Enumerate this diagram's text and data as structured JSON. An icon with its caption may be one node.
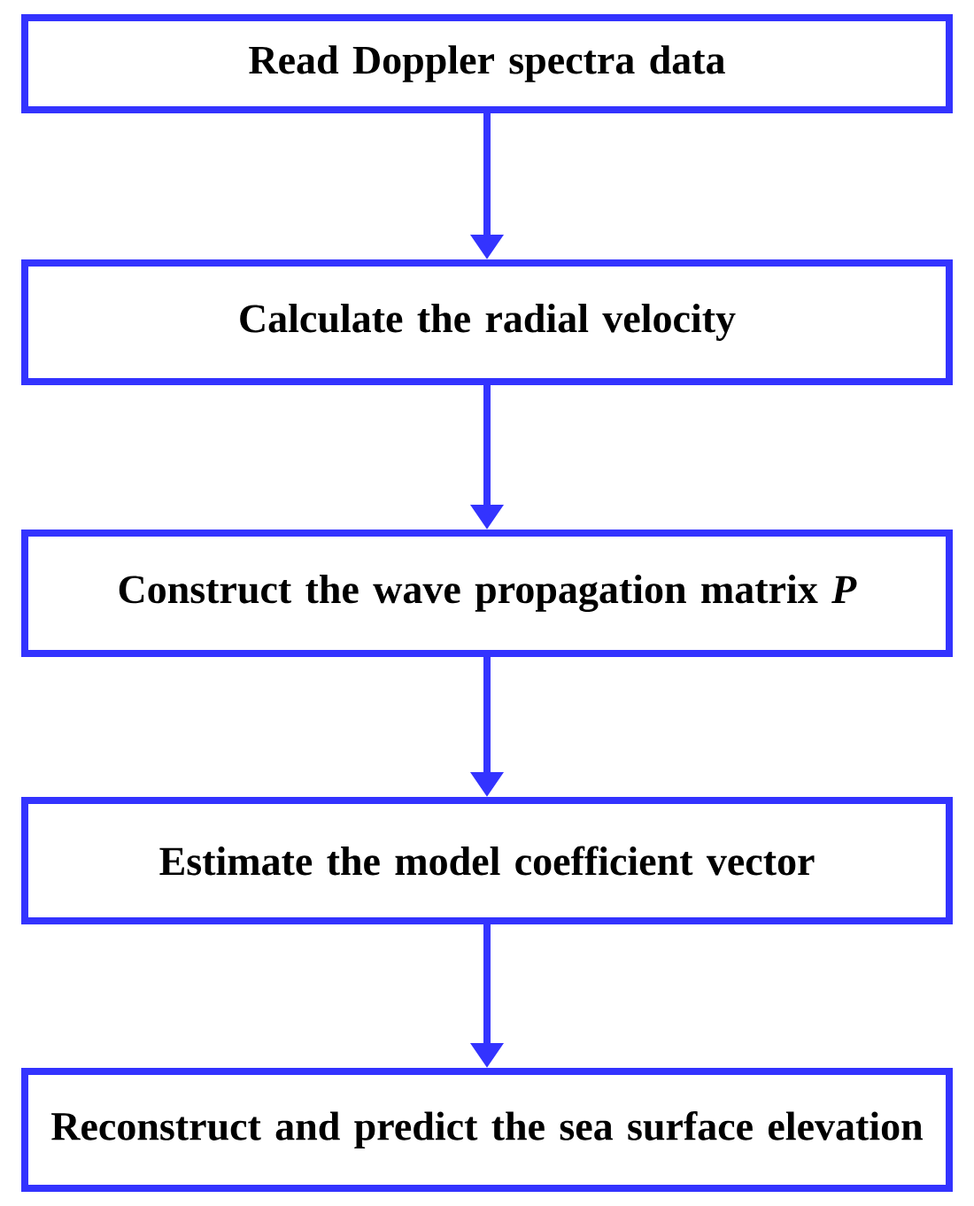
{
  "diagram": {
    "nodes": [
      {
        "text": [
          "Read Doppler spectra data"
        ]
      },
      {
        "text": [
          "Calculate the radial velocity"
        ]
      },
      {
        "text": [
          "Construct the wave propagation matrix *P*"
        ]
      },
      {
        "text": [
          "Estimate the model coefficient vector"
        ]
      },
      {
        "text": [
          "Reconstruct and predict the sea surface elevation"
        ]
      }
    ],
    "edges": [
      {
        "from": 0,
        "to": 1,
        "arrow": "to"
      },
      {
        "from": 1,
        "to": 2,
        "arrow": "to"
      },
      {
        "from": 2,
        "to": 3,
        "arrow": "to"
      },
      {
        "from": 3,
        "to": 4,
        "arrow": "to"
      }
    ]
  }
}
